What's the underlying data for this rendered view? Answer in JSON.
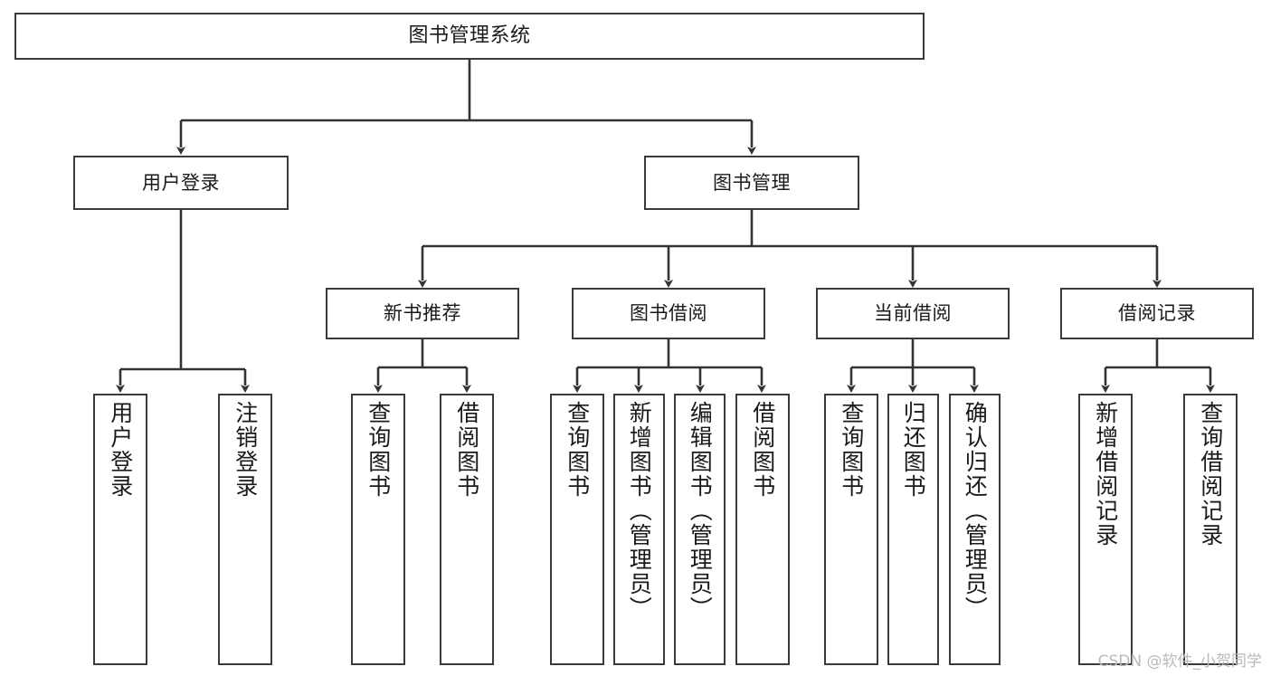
{
  "diagram": {
    "type": "tree",
    "title": "图书管理系统",
    "watermark": "CSDN @软件_小贺同学",
    "colors": {
      "box_border": "#3a3a3a",
      "box_fill": "#ffffff",
      "connector": "#333333",
      "text": "#1a1a1a",
      "watermark": "#b9b9b9"
    },
    "root": {
      "label": "图书管理系统"
    },
    "level1": [
      {
        "id": "user-login",
        "label": "用户登录"
      },
      {
        "id": "book-manage",
        "label": "图书管理"
      }
    ],
    "level2": [
      {
        "id": "new-book-recommend",
        "label": "新书推荐",
        "parent": "book-manage"
      },
      {
        "id": "book-borrow",
        "label": "图书借阅",
        "parent": "book-manage"
      },
      {
        "id": "current-borrow",
        "label": "当前借阅",
        "parent": "book-manage"
      },
      {
        "id": "borrow-record",
        "label": "借阅记录",
        "parent": "book-manage"
      }
    ],
    "leaves": [
      {
        "id": "leaf-user-login",
        "label": "用户登录",
        "parent": "user-login"
      },
      {
        "id": "leaf-logout-login",
        "label": "注销登录",
        "parent": "user-login"
      },
      {
        "id": "leaf-query-book-1",
        "label": "查询图书",
        "parent": "new-book-recommend"
      },
      {
        "id": "leaf-borrow-book-1",
        "label": "借阅图书",
        "parent": "new-book-recommend"
      },
      {
        "id": "leaf-query-book-2",
        "label": "查询图书",
        "parent": "book-borrow"
      },
      {
        "id": "leaf-add-book",
        "label": "新增图书（管理员）",
        "parent": "book-borrow"
      },
      {
        "id": "leaf-edit-book",
        "label": "编辑图书（管理员）",
        "parent": "book-borrow"
      },
      {
        "id": "leaf-borrow-book-2",
        "label": "借阅图书",
        "parent": "book-borrow"
      },
      {
        "id": "leaf-query-book-3",
        "label": "查询图书",
        "parent": "current-borrow"
      },
      {
        "id": "leaf-return-book",
        "label": "归还图书",
        "parent": "current-borrow"
      },
      {
        "id": "leaf-confirm-return",
        "label": "确认归还（管理员）",
        "parent": "current-borrow"
      },
      {
        "id": "leaf-add-record",
        "label": "新增借阅记录",
        "parent": "borrow-record"
      },
      {
        "id": "leaf-query-record",
        "label": "查询借阅记录",
        "parent": "borrow-record"
      }
    ]
  }
}
